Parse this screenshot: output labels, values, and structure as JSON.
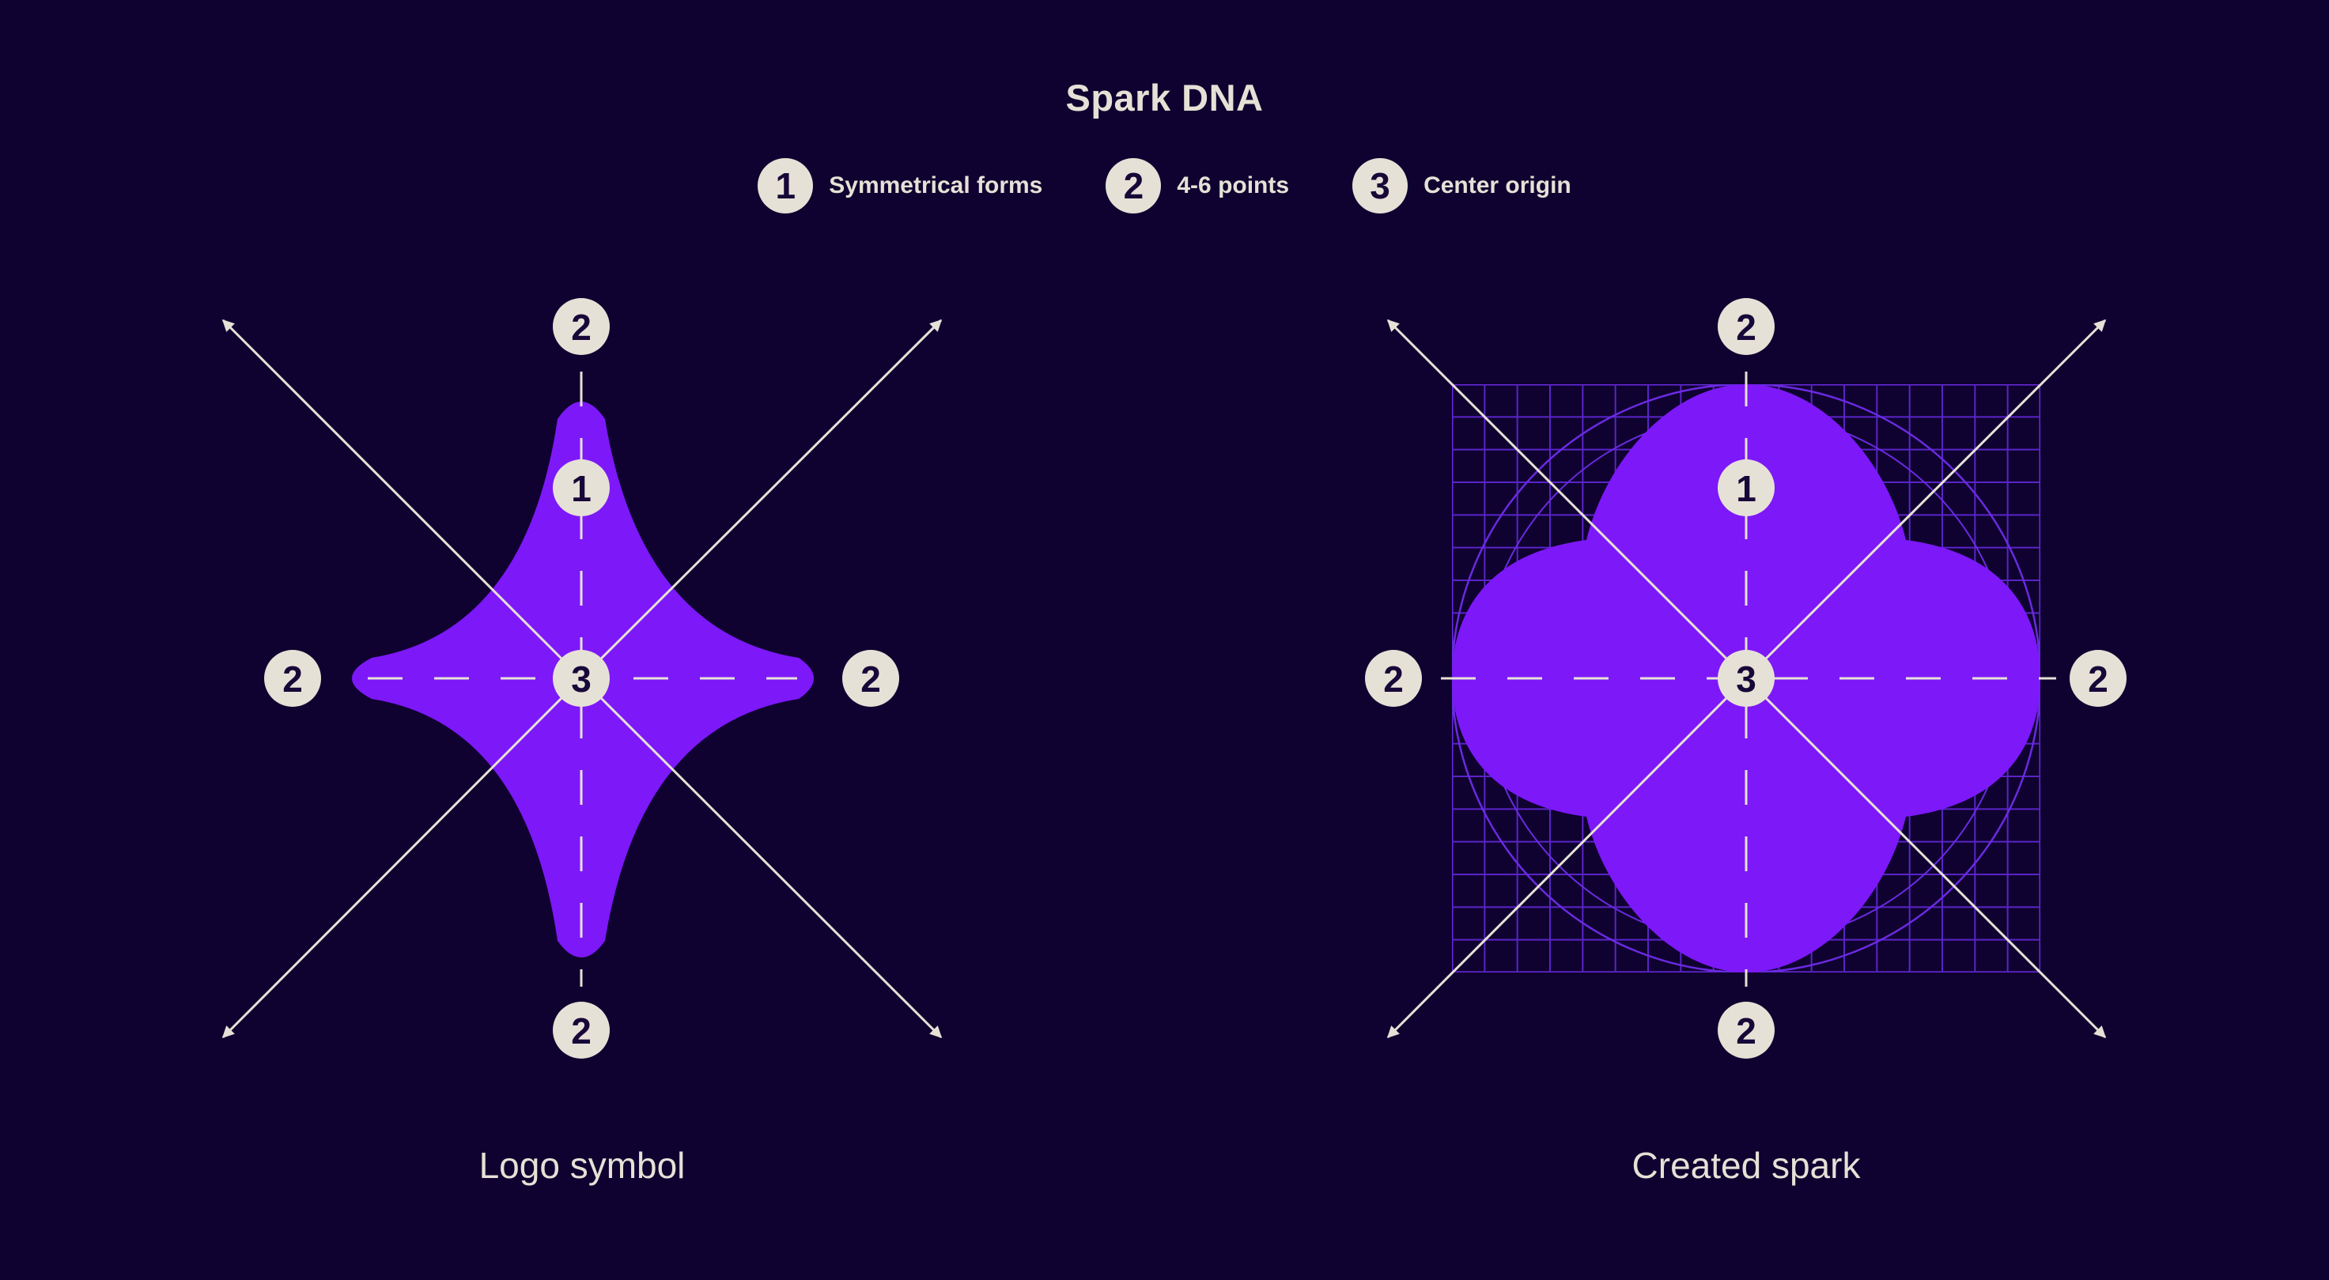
{
  "title": "Spark DNA",
  "legend": [
    {
      "number": "1",
      "label": "Symmetrical forms"
    },
    {
      "number": "2",
      "label": "4-6 points"
    },
    {
      "number": "3",
      "label": "Center origin"
    }
  ],
  "panels": [
    {
      "caption": "Logo symbol",
      "labels": {
        "form": "1",
        "point": "2",
        "center": "3"
      }
    },
    {
      "caption": "Created spark",
      "labels": {
        "form": "1",
        "point": "2",
        "center": "3"
      }
    }
  ],
  "colors": {
    "background": "#0f0230",
    "shape": "#7d18f9",
    "grid": "#6a2ae0",
    "ink": "#e6e1d6",
    "badge_text": "#160838"
  }
}
